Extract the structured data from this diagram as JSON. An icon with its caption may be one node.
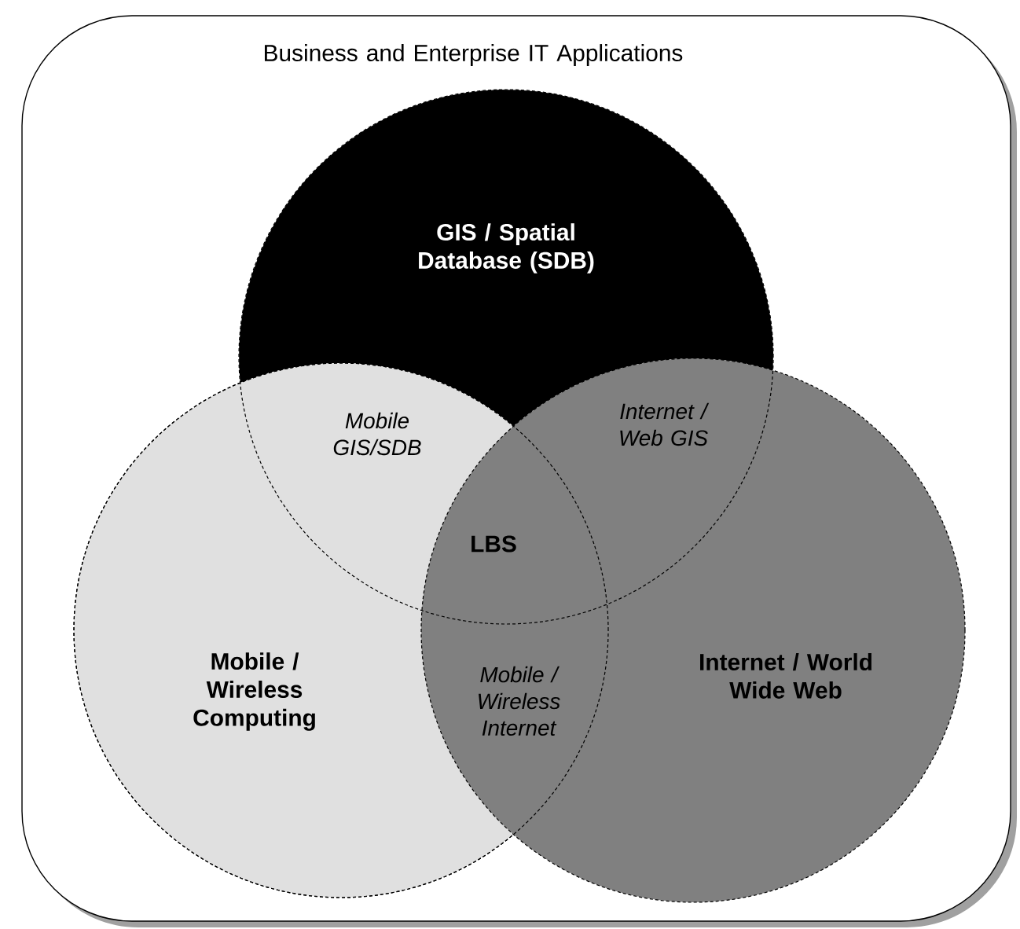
{
  "diagram": {
    "nodes": [
      {
        "text": [
          "Business and Enterprise IT Applications"
        ]
      },
      {
        "text": [
          "GIS / Spatial Database (SDB)"
        ],
        "in": 0
      },
      {
        "text": [
          "Mobile / Wireless Computing"
        ],
        "in": 0
      },
      {
        "text": [
          "Internet / World Wide Web"
        ],
        "in": 0
      }
    ],
    "labels": [
      "Mobile GIS/SDB",
      "Internet / Web GIS",
      "LBS",
      "Mobile / Wireless Internet"
    ]
  }
}
